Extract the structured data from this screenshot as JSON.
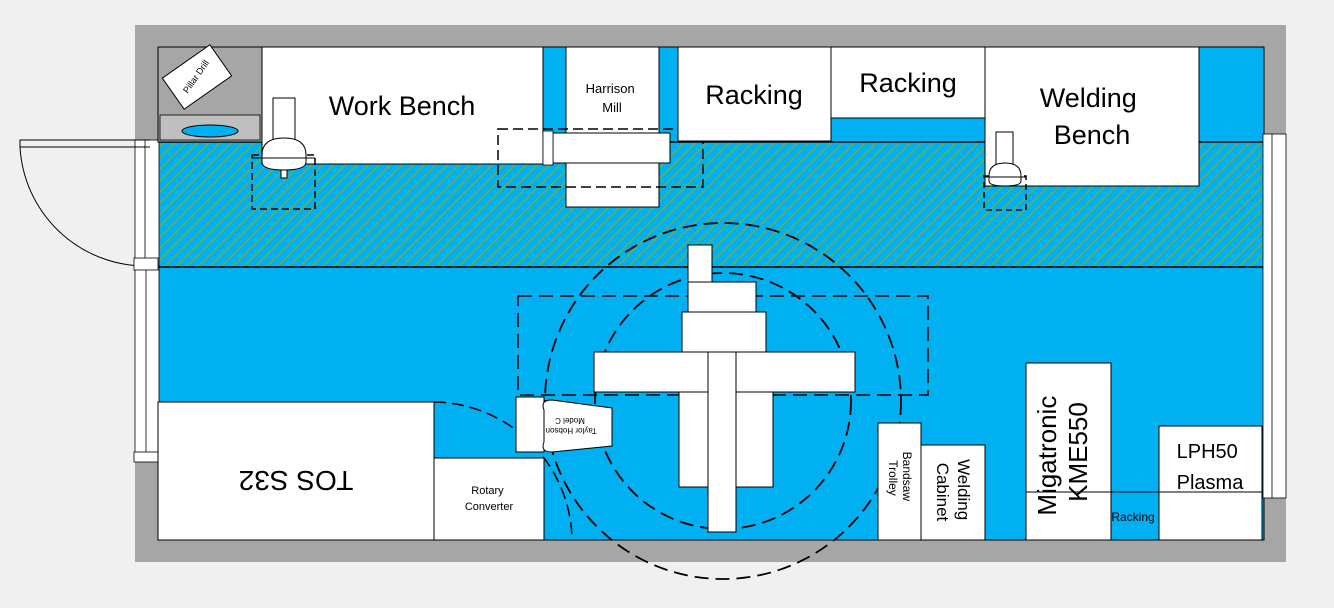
{
  "floor_plan": {
    "items": {
      "pillar_drill": "Pillar Drill",
      "work_bench": "Work Bench",
      "harrison_mill": [
        "Harrison",
        "Mill"
      ],
      "racking_1": "Racking",
      "racking_2": "Racking",
      "welding_bench": [
        "Welding",
        "Bench"
      ],
      "tos_s32": "TOS S32",
      "rotary_converter": [
        "Rotary",
        "Converter"
      ],
      "taylor_hobson": [
        "Taylor Hobson",
        "Model C"
      ],
      "bandsaw_trolley": [
        "Bandsaw",
        "Trolley"
      ],
      "welding_cabinet": [
        "Welding",
        "Cabinet"
      ],
      "migatronic": [
        "Migatronic",
        "KME550"
      ],
      "racking_small": "Racking",
      "lph50_plasma": [
        "LPH50",
        "Plasma"
      ]
    },
    "colors": {
      "floor": "#00b0f0",
      "walls": "#a6a6a6",
      "walkway_hatch": "#70ad47",
      "equipment": "#ffffff",
      "outline": "#000000",
      "background": "#f0f0f0"
    }
  }
}
